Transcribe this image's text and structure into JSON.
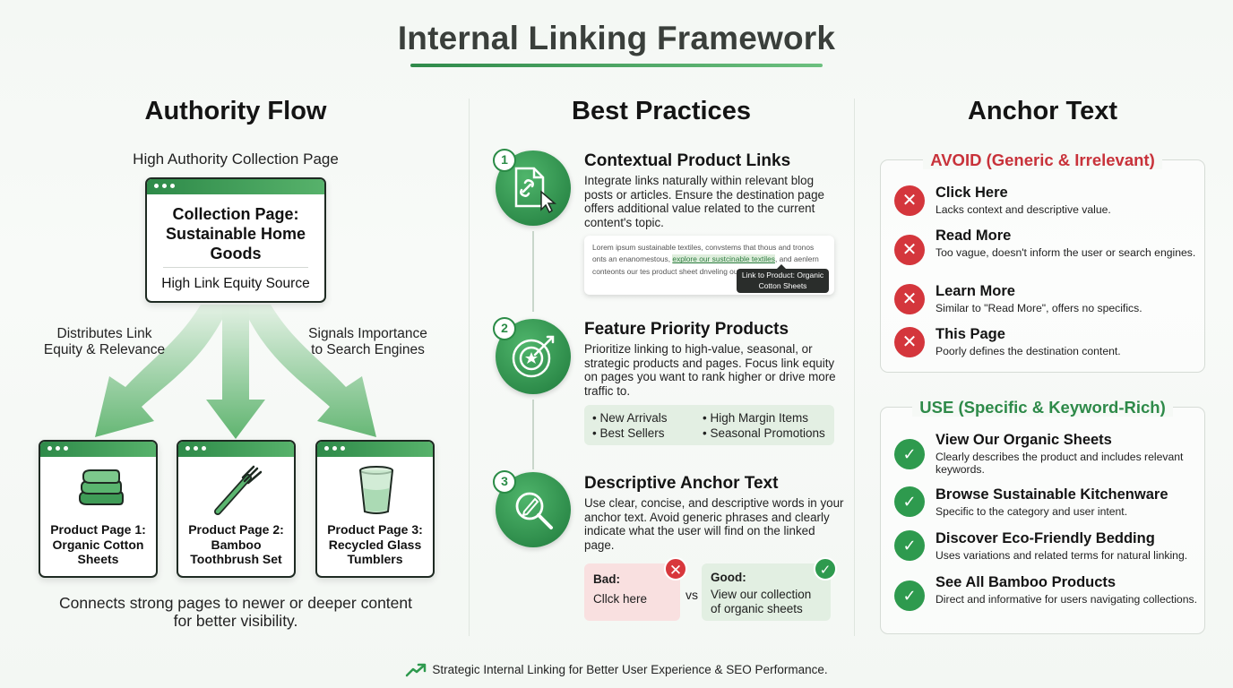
{
  "title": "Internal Linking Framework",
  "authority": {
    "heading": "Authority Flow",
    "subtitle": "High Authority Collection Page",
    "collection_title": "Collection Page: Sustainable Home Goods",
    "collection_source": "High Link Equity Source",
    "left_label": "Distributes Link Equity & Relevance",
    "right_label": "Signals Importance to Search Engines",
    "products": [
      {
        "name": "Product Page 1: Organic Cotton Sheets",
        "icon": "folded-sheets-icon"
      },
      {
        "name": "Product Page 2: Bamboo Toothbrush Set",
        "icon": "toothbrush-icon"
      },
      {
        "name": "Product Page 3: Recycled Glass Tumblers",
        "icon": "glass-tumbler-icon"
      }
    ],
    "footer": "Connects strong pages to newer or deeper content for better visibility."
  },
  "practices": {
    "heading": "Best Practices",
    "items": [
      {
        "num": "1",
        "title": "Contextual Product Links",
        "text": "Integrate links naturally within relevant blog posts or articles. Ensure the destination page offers additional value related to the current content's topic.",
        "icon": "document-link-icon"
      },
      {
        "num": "2",
        "title": "Feature Priority Products",
        "text": "Prioritize linking to high-value, seasonal, or strategic products and pages. Focus link equity on pages you want to rank higher or drive more traffic to.",
        "icon": "target-star-icon"
      },
      {
        "num": "3",
        "title": "Descriptive Anchor Text",
        "text": "Use clear, concise, and descriptive words in your anchor text. Avoid generic phrases and clearly indicate what the user will find on the linked page.",
        "icon": "search-pencil-icon"
      }
    ],
    "snippet": {
      "before": "Lorem ipsum sustainable textiles, convstems that thous and tronos onts an enanomestous,",
      "link": "explore our sustcinable textiles",
      "after": ", and aenlern conteonts our tes product sheet dnveling our sustainable home goods.",
      "tooltip": "Link to Product: Organic Cotton Sheets"
    },
    "priority_items": [
      "New Arrivals",
      "High Margin Items",
      "Best Sellers",
      "Seasonal Promotions"
    ],
    "bad_label": "Bad:",
    "bad_text": "Cllck here",
    "vs": "vs",
    "good_label": "Good:",
    "good_text": "View our collection of organic sheets"
  },
  "anchor": {
    "heading": "Anchor Text",
    "avoid_heading": "AVOID (Generic & Irrelevant)",
    "avoid": [
      {
        "title": "Click Here",
        "desc": "Lacks context and descriptive value."
      },
      {
        "title": "Read More",
        "desc": "Too vague, doesn't inform the user or search engines."
      },
      {
        "title": "Learn More",
        "desc": "Similar to \"Read More\", offers no specifics."
      },
      {
        "title": "This Page",
        "desc": "Poorly defines the destination content."
      }
    ],
    "use_heading": "USE (Specific & Keyword-Rich)",
    "use": [
      {
        "title": "View Our Organic Sheets",
        "desc": "Clearly describes the product and includes relevant keywords."
      },
      {
        "title": "Browse Sustainable Kitchenware",
        "desc": "Specific to the category and user intent."
      },
      {
        "title": "Discover Eco-Friendly Bedding",
        "desc": "Uses variations and related terms for natural linking."
      },
      {
        "title": "See All Bamboo Products",
        "desc": "Direct and informative for users navigating collections."
      }
    ]
  },
  "footer": "Strategic Internal Linking for Better User Experience & SEO Performance.",
  "colors": {
    "accent": "#2e8a49",
    "accent_light": "#6cc07f",
    "bad": "#d4363c",
    "good": "#2e9a4e"
  }
}
